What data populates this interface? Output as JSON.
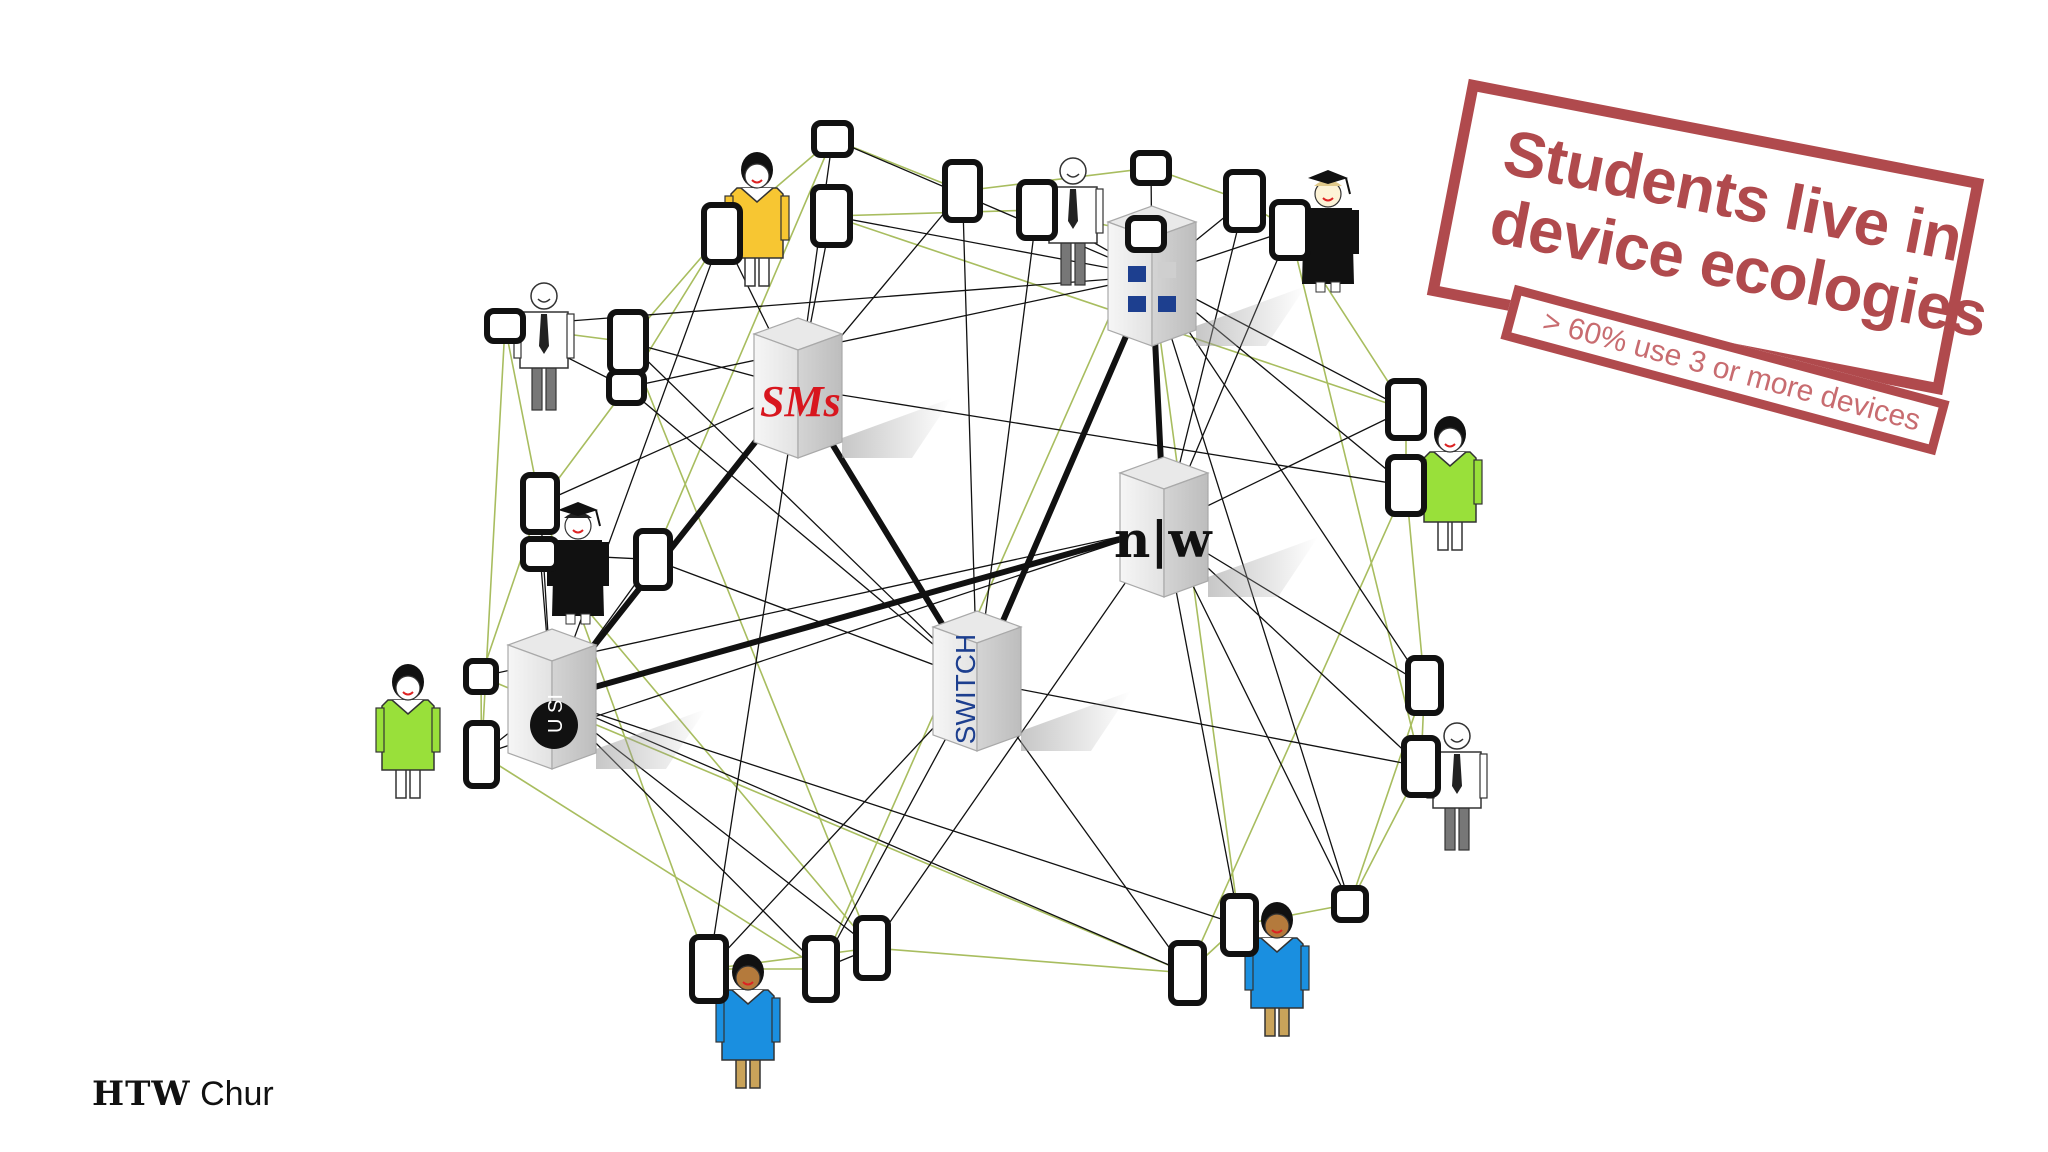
{
  "slide": {
    "headline_line1": "Students live in",
    "headline_line2": "device ecologies",
    "subheadline": "> 60% use 3 or more devices",
    "logo_bold": "HTW",
    "logo_light": "Chur"
  },
  "institutions": [
    {
      "id": "sms",
      "label": "SMs",
      "logo": "sms-logo"
    },
    {
      "id": "usi",
      "label": "U SI",
      "logo": "usi-logo"
    },
    {
      "id": "switch",
      "label": "SWITCH",
      "logo": "switch-logo"
    },
    {
      "id": "fhnw",
      "label": "n|w",
      "logo": "fhnw-logo"
    },
    {
      "id": "zhaw",
      "label": "",
      "logo": "blue-squares-logo"
    }
  ],
  "colors": {
    "accent": "#b04a4d",
    "green_link": "#a8bd5f",
    "black_link": "#111111",
    "yellow": "#f7c632",
    "lime": "#99e03a",
    "blue": "#1a8fe0"
  }
}
